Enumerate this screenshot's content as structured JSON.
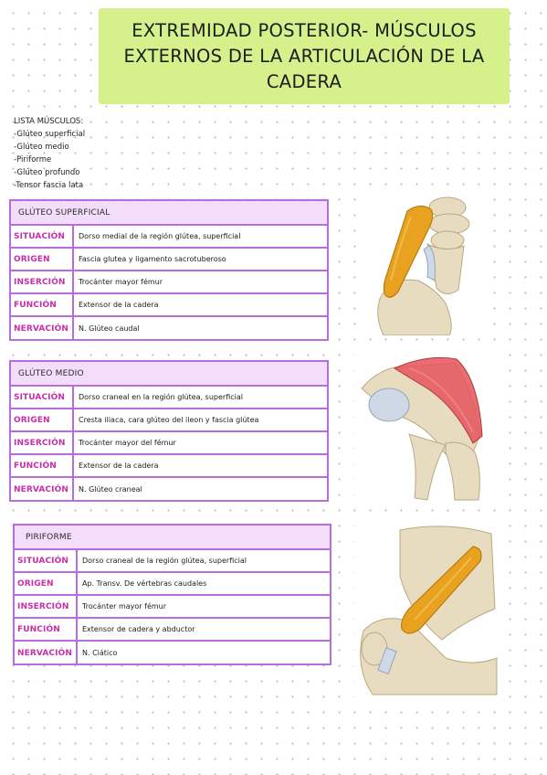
{
  "title": {
    "line1": "EXTREMIDAD POSTERIOR- MÚSCULOS",
    "line2": "EXTERNOS DE LA ARTICULACIÓN DE LA",
    "line3": "CADERA"
  },
  "muscle_list": {
    "heading": "LISTA MÚSCULOS:",
    "items": [
      "-Glúteo superficial",
      "-Glúteo medio",
      "-Piriforme",
      "-Glúteo profundo",
      "-Tensor fascia lata"
    ]
  },
  "labels": {
    "situacion": "SITUACIÓN",
    "origen": "ORIGEN",
    "insercion": "INSERCIÓN",
    "funcion": "FUNCIÓN",
    "nervacion": "NERVACIÓN"
  },
  "cards": [
    {
      "title": "GLÚTEO SUPERFICIAL",
      "situacion": "Dorso medial de la región glútea, superficial",
      "origen": "Fascia glutea y ligamento sacrotuberoso",
      "insercion": "Trocánter mayor fémur",
      "funcion": "Extensor de la cadera",
      "nervacion": "N. Glúteo caudal"
    },
    {
      "title": "GLÚTEO MEDIO",
      "situacion": "Dorso craneal en la región glútea, superficial",
      "origen": "Cresta iliaca, cara glúteo del ileon y fascia glútea",
      "insercion": "Trocánter mayor del fémur",
      "funcion": "Extensor de la cadera",
      "nervacion": "N. Glúteo craneal"
    },
    {
      "title": "PIRIFORME",
      "situacion": "Dorso craneal de la región glútea, superficial",
      "origen": "Ap. Transv. De vértebras caudales",
      "insercion": "Trocánter mayor fémur",
      "funcion": "Extensor de cadera y abductor",
      "nervacion": "N. Ciático"
    }
  ],
  "colors": {
    "title_bg": "#d6f08b",
    "card_border": "#b76ce0",
    "card_header_bg": "#f4ddfb",
    "label_text": "#c62fa8",
    "muscle_orange": "#e9a21f",
    "muscle_red": "#e4555a",
    "bone": "#e6d9b8"
  }
}
